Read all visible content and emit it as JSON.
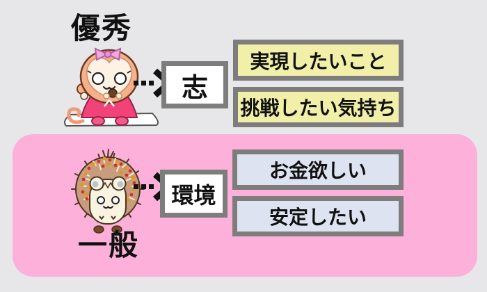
{
  "diagram_title": "motivation-comparison-diagram",
  "groups": [
    {
      "label": "優秀",
      "character": "monkey",
      "node_label": "志",
      "items": [
        {
          "text": "実現したいこと"
        },
        {
          "text": "挑戦したい気持ち"
        }
      ]
    },
    {
      "label": "一般",
      "character": "hedgehog",
      "node_label": "環境",
      "items": [
        {
          "text": "お金欲しい"
        },
        {
          "text": "安定したい"
        }
      ]
    }
  ],
  "icons": {
    "arrow": "dotted-arrow-right-icon",
    "monkey": "monkey-character-illustration",
    "hedgehog": "hedgehog-character-illustration"
  },
  "colors": {
    "background": "#e7e6e8",
    "panel_pink": "#fdb0d9",
    "item_yellow": "#f2efa9",
    "item_blue": "#dde3f1",
    "box_border_gray": "#7d7d7d",
    "node_box_white": "#ffffff",
    "text": "#111111"
  }
}
